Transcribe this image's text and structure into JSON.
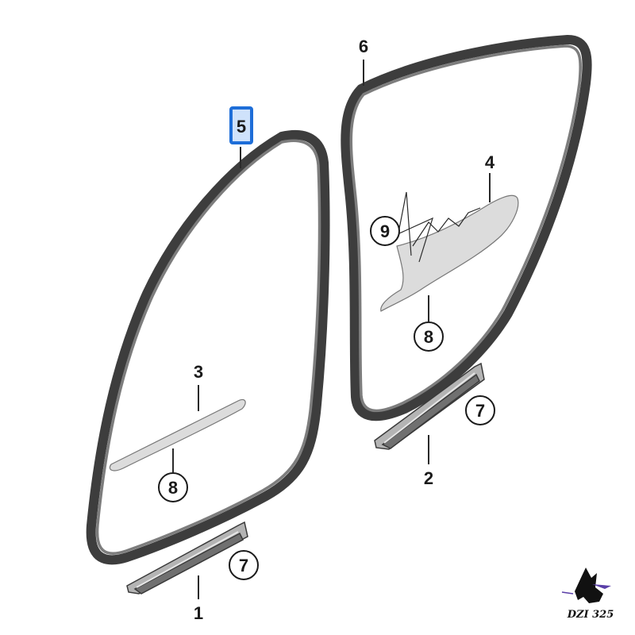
{
  "diagram": {
    "callouts": {
      "c1": "1",
      "c2": "2",
      "c3": "3",
      "c4": "4",
      "c5": "5",
      "c6": "6",
      "c7a": "7",
      "c7b": "7",
      "c8a": "8",
      "c8b": "8",
      "c9": "9"
    },
    "highlighted_callout": "5",
    "highlight_color": "#1e6ed8",
    "watermark": {
      "text": "DZI 325",
      "icon": "horse-head-logo-icon"
    }
  }
}
